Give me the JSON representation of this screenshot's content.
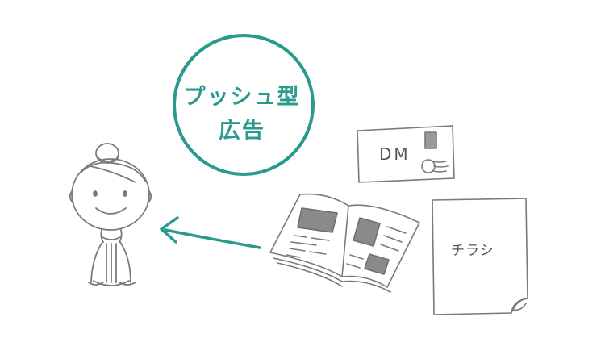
{
  "circle": {
    "line1": "プッシュ型",
    "line2": "広告"
  },
  "items": {
    "dm_label": "DM",
    "flyer_label": "チラシ"
  },
  "colors": {
    "accent": "#2a9a8e",
    "sketch_line": "#7a7a7a"
  },
  "icons": [
    "person-sketch",
    "arrow-left",
    "open-magazine",
    "envelope-dm",
    "flyer-page"
  ]
}
